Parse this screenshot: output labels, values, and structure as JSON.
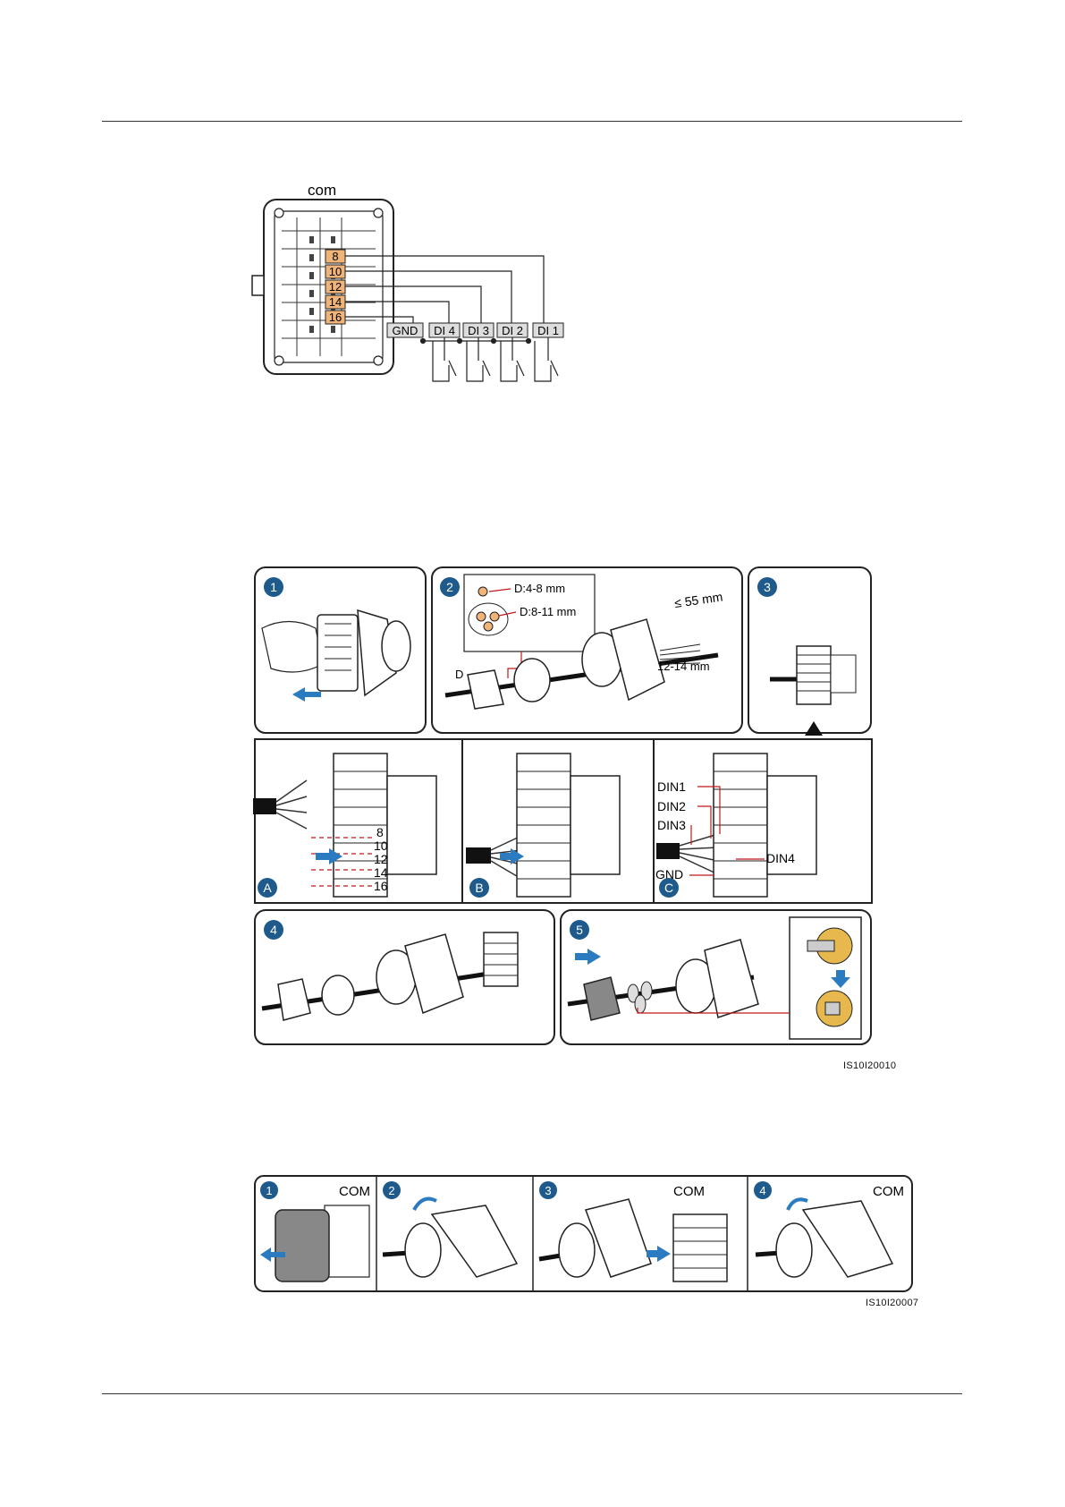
{
  "wiring": {
    "port_label": "com",
    "pins": [
      "8",
      "10",
      "12",
      "14",
      "16"
    ],
    "terminals": [
      "GND",
      "DI 4",
      "DI 3",
      "DI 2",
      "DI 1"
    ]
  },
  "assembly": {
    "steps": [
      "1",
      "2",
      "3",
      "4",
      "5"
    ],
    "substeps": [
      "A",
      "B",
      "C"
    ],
    "seal_small": "D:4-8 mm",
    "seal_large": "D:8-11 mm",
    "diameter_symbol": "D",
    "strip_length": "≤ 55 mm",
    "strip_end": "12-14 mm",
    "pin_labels": [
      "8",
      "10",
      "12",
      "14",
      "16"
    ],
    "din_labels": [
      "DIN1",
      "DIN2",
      "DIN3",
      "DIN4",
      "GND"
    ],
    "figure_id": "IS10I20010"
  },
  "install": {
    "steps": [
      "1",
      "2",
      "3",
      "4"
    ],
    "com_labels": [
      "COM",
      "COM",
      "COM"
    ],
    "figure_id": "IS10I20007"
  },
  "colors": {
    "pin_fill": "#f0b478",
    "step_badge": "#1e5a8c",
    "arrow_blue": "#2b7bc0",
    "callout_red": "#c0181a"
  }
}
